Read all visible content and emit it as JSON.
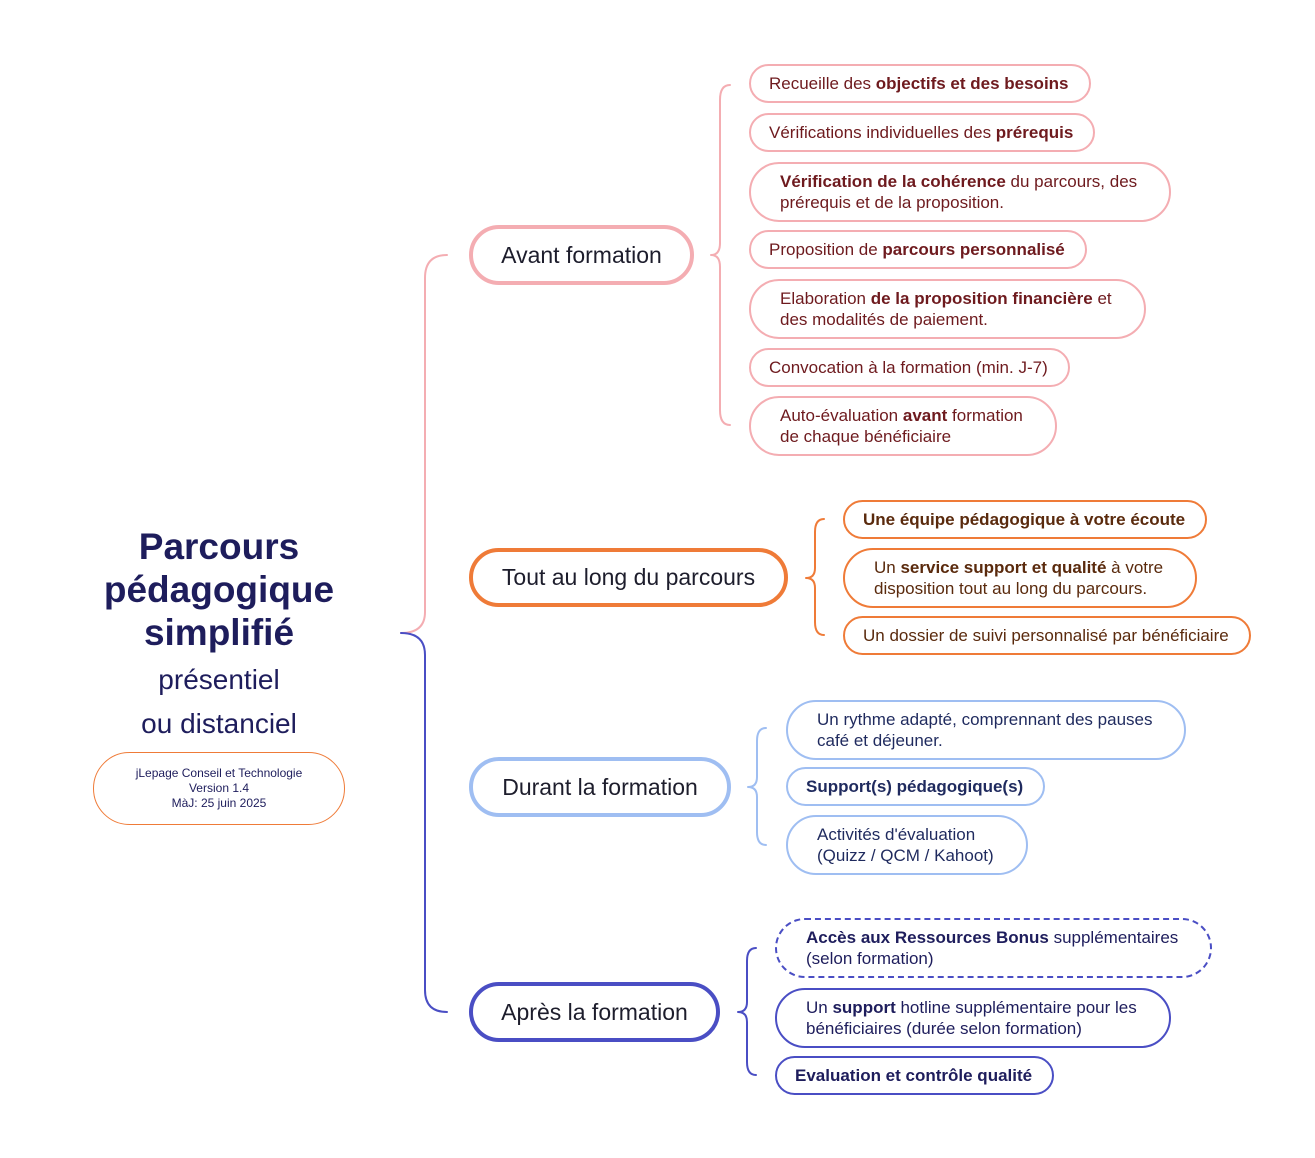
{
  "title": {
    "lines": [
      "Parcours",
      "pédagogique",
      "simplifié"
    ],
    "subtitle_lines": [
      "présentiel",
      "ou distanciel"
    ]
  },
  "info": {
    "company": "jLepage Conseil et Technologie",
    "version": "Version 1.4",
    "updated": "MàJ: 25 juin 2025"
  },
  "colors": {
    "title": "#1e1d5c",
    "pink": "#f4adb2",
    "orange": "#ef7b38",
    "blue": "#9fbef2",
    "purple": "#4a4ec4",
    "pink_text": "#6e1a1e",
    "orange_text": "#5a2a0d",
    "blue_text": "#1f2a5e",
    "purple_text": "#1e1d5c"
  },
  "branches": [
    {
      "label": "Avant formation",
      "items": [
        {
          "lines": [
            [
              "Recueille des ",
              "objectifs et des besoins"
            ]
          ]
        },
        {
          "lines": [
            [
              "Vérifications individuelles des ",
              "prérequis"
            ]
          ]
        },
        {
          "lines": [
            [
              "Vérification de la cohérence",
              " du parcours, des"
            ],
            [
              "prérequis et de la proposition."
            ]
          ]
        },
        {
          "lines": [
            [
              "Proposition de ",
              "parcours personnalisé"
            ]
          ]
        },
        {
          "lines": [
            [
              "Elaboration ",
              "de la proposition financière",
              " et"
            ],
            [
              "des modalités de paiement."
            ]
          ]
        },
        {
          "lines": [
            [
              "Convocation à la formation (min. J-7)"
            ]
          ]
        },
        {
          "lines": [
            [
              "Auto-évaluation ",
              "avant",
              " formation"
            ],
            [
              "de chaque bénéficiaire"
            ]
          ]
        }
      ]
    },
    {
      "label": "Tout au long du parcours",
      "items": [
        {
          "lines": [
            [
              "Une équipe pédagogique à votre écoute"
            ]
          ]
        },
        {
          "lines": [
            [
              "Un ",
              "service support et qualité",
              " à votre"
            ],
            [
              "disposition tout au long du parcours."
            ]
          ]
        },
        {
          "lines": [
            [
              "Un dossier de suivi personnalisé par bénéficiaire"
            ]
          ]
        }
      ]
    },
    {
      "label": "Durant la formation",
      "items": [
        {
          "lines": [
            [
              "Un rythme adapté, comprennant des pauses"
            ],
            [
              "café et déjeuner."
            ]
          ]
        },
        {
          "lines": [
            [
              "Support(s) pédagogique(s)"
            ]
          ]
        },
        {
          "lines": [
            [
              "Activités d'évaluation"
            ],
            [
              "(Quizz / QCM / Kahoot)"
            ]
          ]
        }
      ]
    },
    {
      "label": "Après la formation",
      "items": [
        {
          "lines": [
            [
              "Accès aux Ressources Bonus",
              " supplémentaires"
            ],
            [
              "(selon formation)"
            ]
          ]
        },
        {
          "lines": [
            [
              "Un ",
              "support",
              " hotline supplémentaire pour les"
            ],
            [
              "bénéficiaires (durée selon formation)"
            ]
          ]
        },
        {
          "lines": [
            [
              "Evaluation et contrôle qualité"
            ]
          ]
        }
      ]
    }
  ]
}
